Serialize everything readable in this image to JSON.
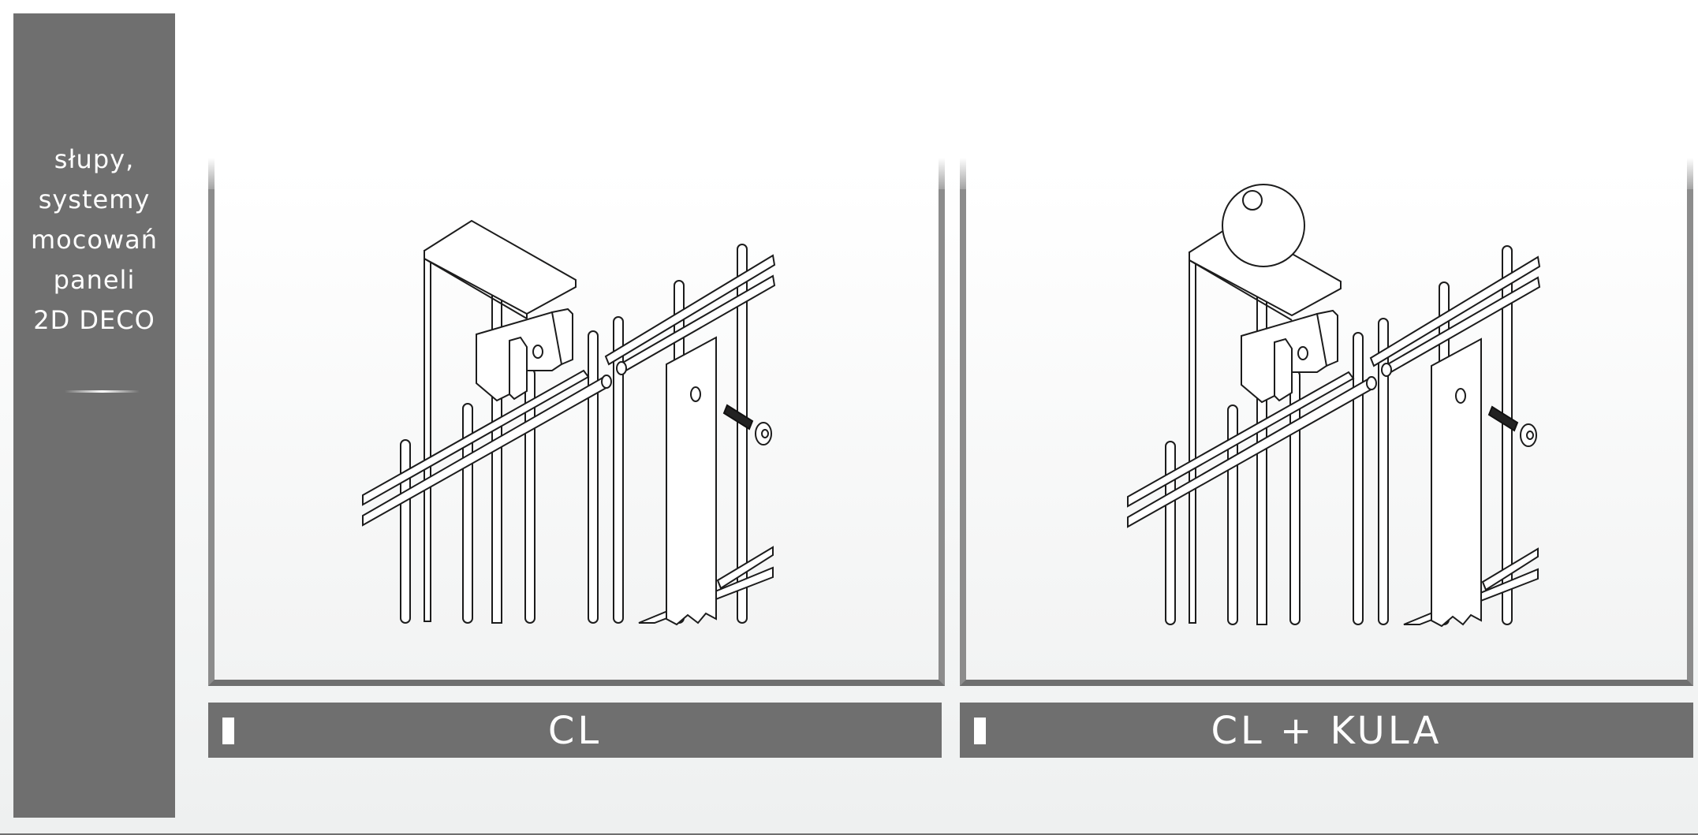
{
  "sidebar": {
    "lines": [
      "słupy,",
      "systemy",
      "mocowań",
      "paneli",
      "2D DECO"
    ]
  },
  "panels": [
    {
      "label": "CL",
      "has_ball": false
    },
    {
      "label": "CL + KULA",
      "has_ball": true
    }
  ],
  "colors": {
    "sidebar": "#6f6f6f",
    "label_bar": "#6f6f6f",
    "frame": "#8c8c8c",
    "line_art": "#1c1c1c"
  }
}
